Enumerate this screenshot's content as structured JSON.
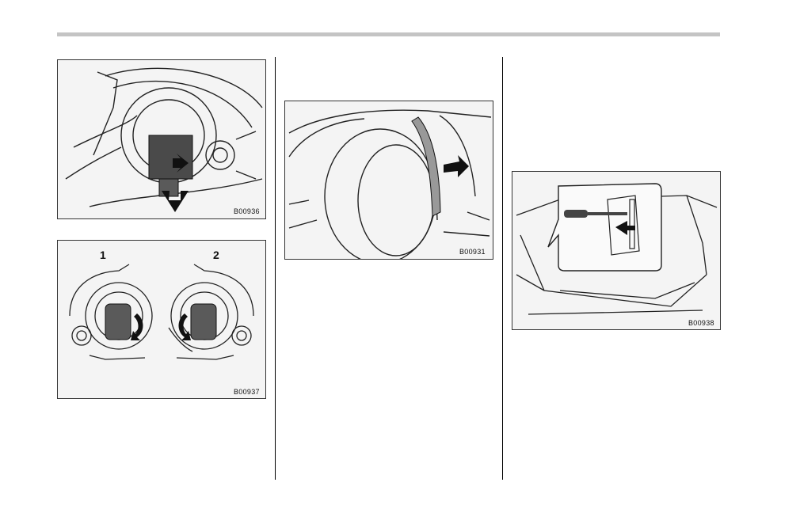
{
  "figures": [
    {
      "code": "B00936"
    },
    {
      "code": "B00937",
      "callouts": [
        "1",
        "2"
      ]
    },
    {
      "code": "B00931"
    },
    {
      "code": "B00938"
    }
  ]
}
